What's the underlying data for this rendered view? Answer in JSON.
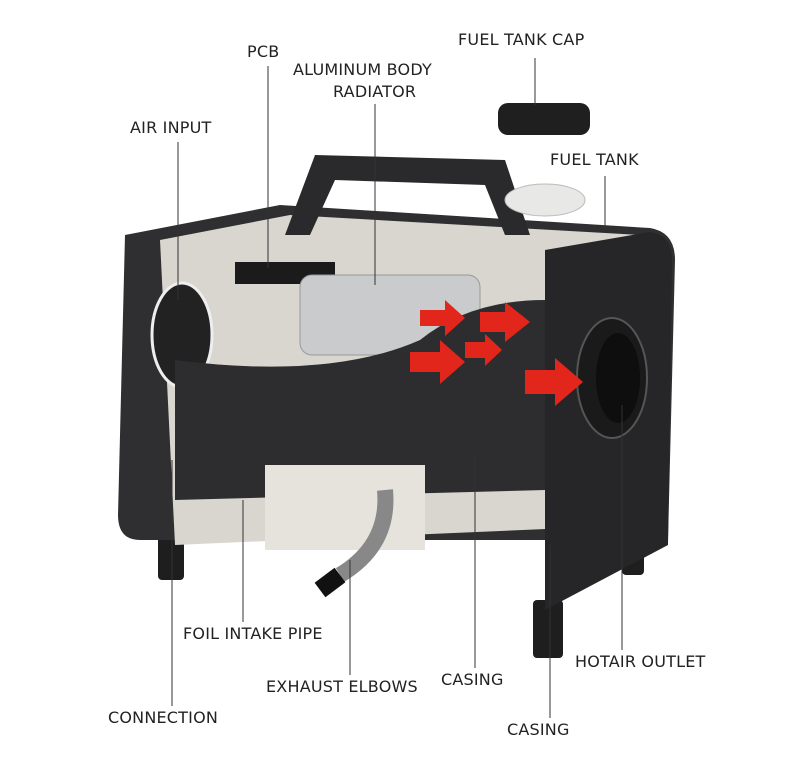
{
  "labels": {
    "fuel_tank_cap": "FUEL TANK CAP",
    "pcb": "PCB",
    "radiator_line1": "ALUMINUM BODY",
    "radiator_line2": "RADIATOR",
    "air_input": "AIR INPUT",
    "fuel_tank": "FUEL TANK",
    "foil_intake_pipe": "FOIL INTAKE PIPE",
    "exhaust_elbows": "EXHAUST ELBOWS",
    "casing_center": "CASING",
    "hotair_outlet": "HOTAIR OUTLET",
    "connection": "CONNECTION",
    "casing_bottom": "CASING"
  },
  "colors": {
    "body": "#2b2b2d",
    "arrow": "#e3261c",
    "panel": "#d9d6d0",
    "text": "#222222"
  }
}
